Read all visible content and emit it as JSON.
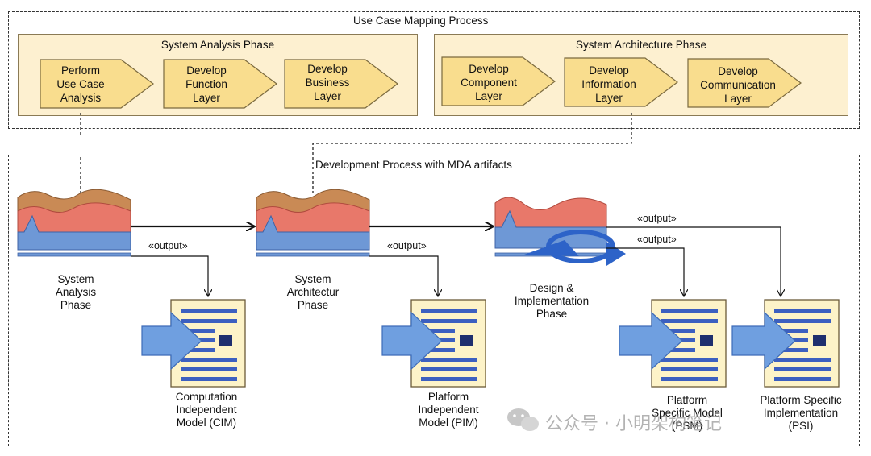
{
  "colors": {
    "chevron_fill": "#f9dd8e",
    "chevron_stroke": "#7b6a3f",
    "phase_fill": "#fdf0d0",
    "mountain_brown": "#c98a55",
    "mountain_red": "#e8786a",
    "mountain_blue": "#6e98d6",
    "doc_fill": "#fdf3c8",
    "doc_lines": "#3c5fc0",
    "doc_square": "#1f2f6e",
    "arrow_blue": "#6f9fe0"
  },
  "use_case_mapping": {
    "title": "Use Case Mapping Process",
    "analysis_phase": {
      "title": "System Analysis Phase",
      "steps": [
        "Perform\nUse Case\nAnalysis",
        "Develop\nFunction\nLayer",
        "Develop\nBusiness\nLayer"
      ]
    },
    "architecture_phase": {
      "title": "System Architecture Phase",
      "steps": [
        "Develop\nComponent\nLayer",
        "Develop\nInformation\nLayer",
        "Develop\nCommunication\nLayer"
      ]
    }
  },
  "development": {
    "title": "Development Process with MDA artifacts",
    "phases": [
      {
        "caption": "System\nAnalysis\nPhase"
      },
      {
        "caption": "System\nArchitectur\nPhase"
      },
      {
        "caption": "Design &\nImplementation\nPhase"
      }
    ],
    "output_label": "«output»",
    "artifacts": [
      {
        "caption": "Computation\nIndependent\nModel (CIM)"
      },
      {
        "caption": "Platform\nIndependent\nModel (PIM)"
      },
      {
        "caption": "Platform\nSpecific Model\n(PSM)"
      },
      {
        "caption": "Platform Specific\nImplementation\n(PSI)"
      }
    ]
  },
  "watermark": "公众号 · 小明架构笔记",
  "watermark_icon": "wechat-icon"
}
